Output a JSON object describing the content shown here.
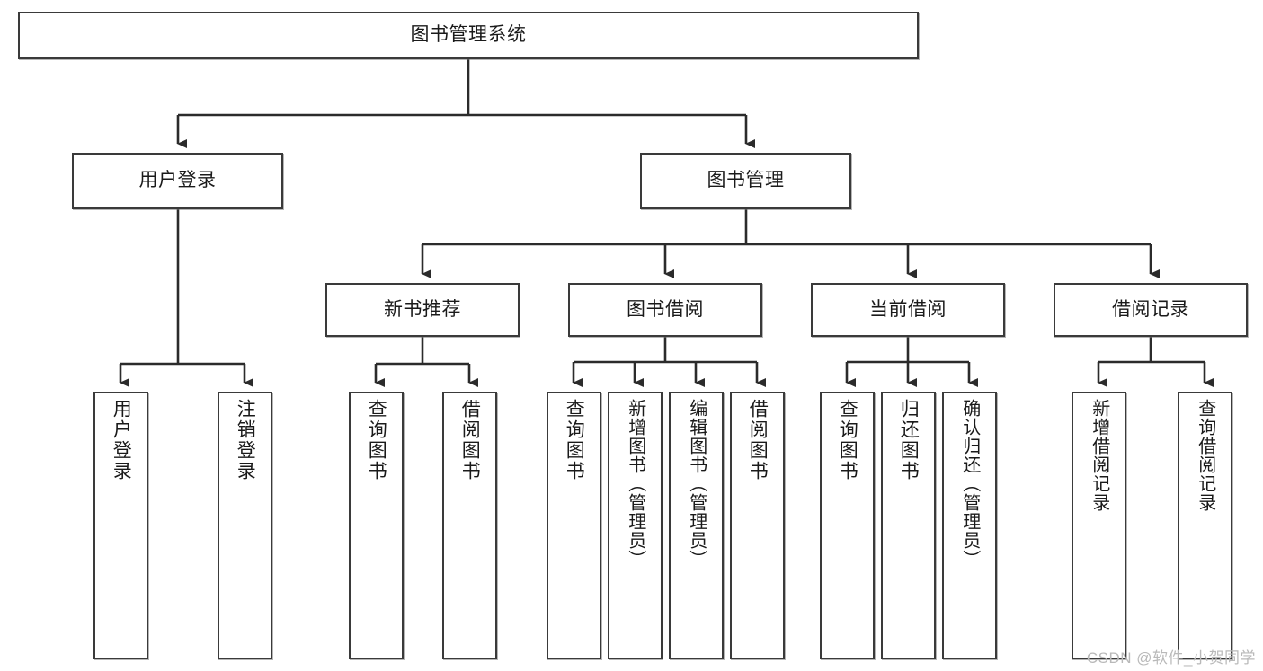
{
  "diagram": {
    "title": "图书管理系统",
    "type": "tree",
    "watermark": "CSDN @软件_小贺同学",
    "colors": {
      "background": "#ffffff",
      "box_border": "#3a3a3a",
      "box_fill": "#ffffff",
      "text": "#1a1a1a",
      "edge": "#2b2b2b",
      "watermark": "#b9b9b9"
    },
    "levels": {
      "root": {
        "label": "图书管理系统"
      },
      "level2": [
        {
          "label": "用户登录"
        },
        {
          "label": "图书管理"
        }
      ],
      "level3": [
        {
          "label": "新书推荐"
        },
        {
          "label": "图书借阅"
        },
        {
          "label": "当前借阅"
        },
        {
          "label": "借阅记录"
        }
      ],
      "leaves_user_login": [
        {
          "label": "用户登录"
        },
        {
          "label": "注销登录"
        }
      ],
      "leaves_new_book": [
        {
          "label": "查询图书"
        },
        {
          "label": "借阅图书"
        }
      ],
      "leaves_borrow": [
        {
          "label": "查询图书"
        },
        {
          "label": "新增图书（管理员）"
        },
        {
          "label": "编辑图书（管理员）"
        },
        {
          "label": "借阅图书"
        }
      ],
      "leaves_current": [
        {
          "label": "查询图书"
        },
        {
          "label": "归还图书"
        },
        {
          "label": "确认归还（管理员）"
        }
      ],
      "leaves_record": [
        {
          "label": "新增借阅记录"
        },
        {
          "label": "查询借阅记录"
        }
      ]
    }
  }
}
